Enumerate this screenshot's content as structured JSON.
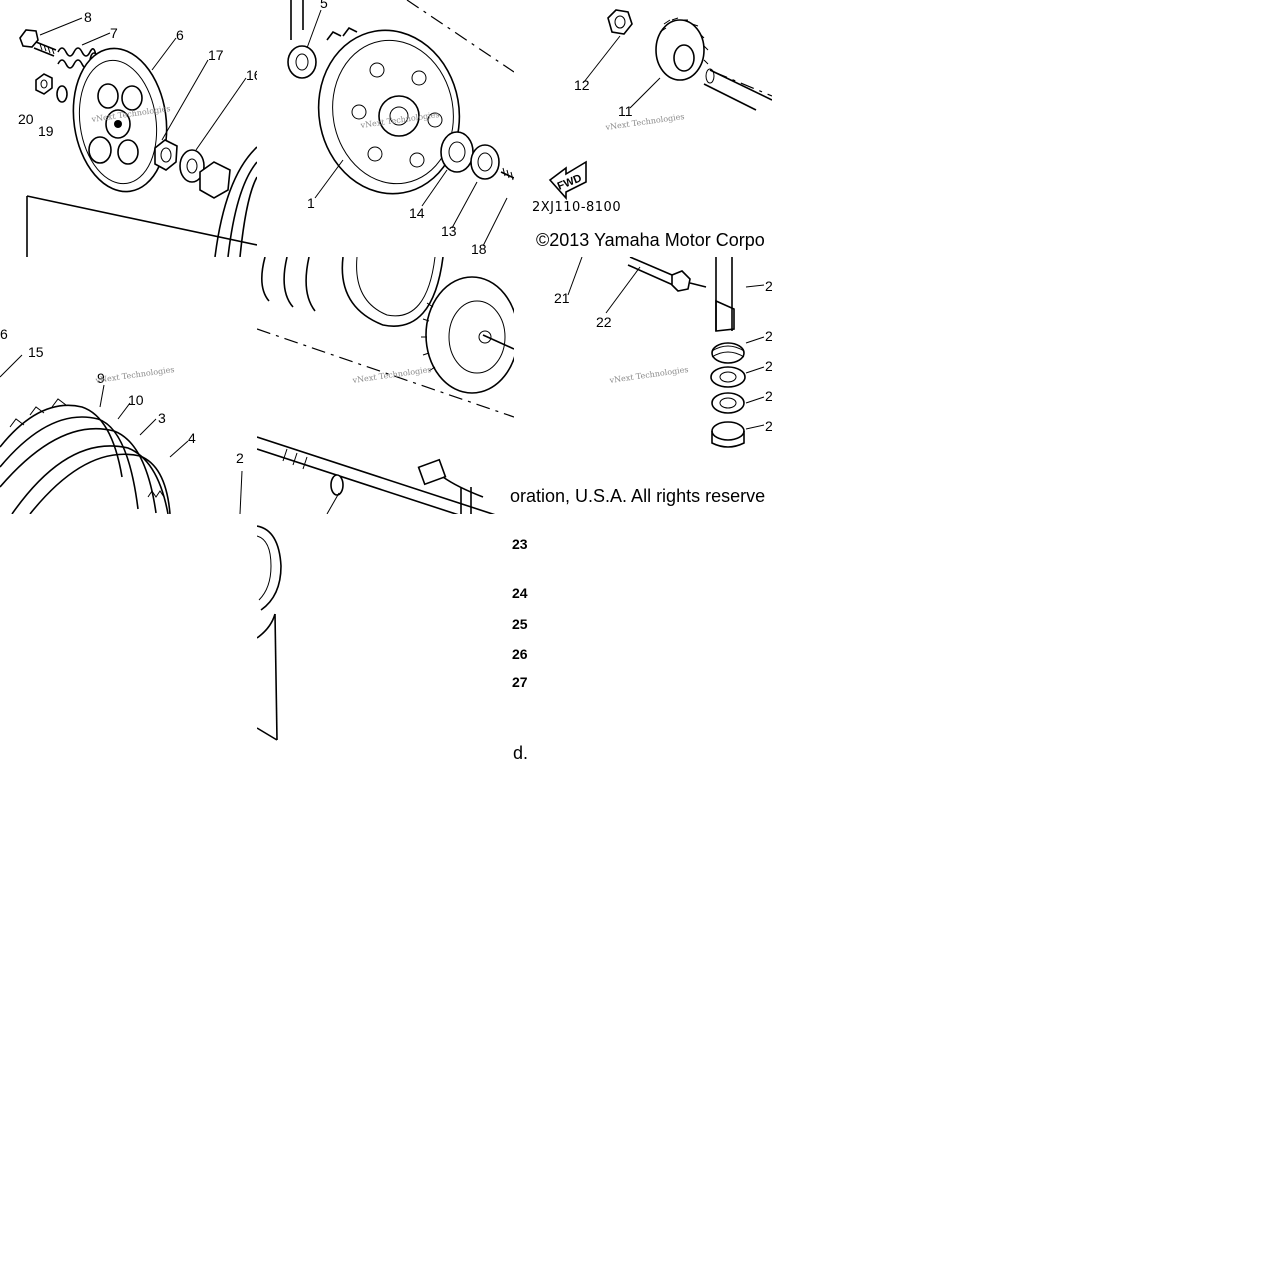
{
  "diagram": {
    "callouts": [
      "8",
      "7",
      "6",
      "17",
      "16",
      "20",
      "19",
      "5",
      "1",
      "14",
      "13",
      "18",
      "12",
      "11",
      "15",
      "9",
      "10",
      "3",
      "4",
      "2",
      "6",
      "21",
      "22",
      "2",
      "2",
      "2",
      "2",
      "2"
    ],
    "watermarks": [
      "vNext Technologies"
    ],
    "part_number": "2XJ110-8100",
    "fwd_label": "FWD",
    "copyright_line1": "©2013 Yamaha Motor Corpo",
    "copyright_line2": "oration, U.S.A. All rights reserve",
    "copyright_line3": "d.",
    "side_labels": [
      "23",
      "24",
      "25",
      "26",
      "27"
    ]
  }
}
